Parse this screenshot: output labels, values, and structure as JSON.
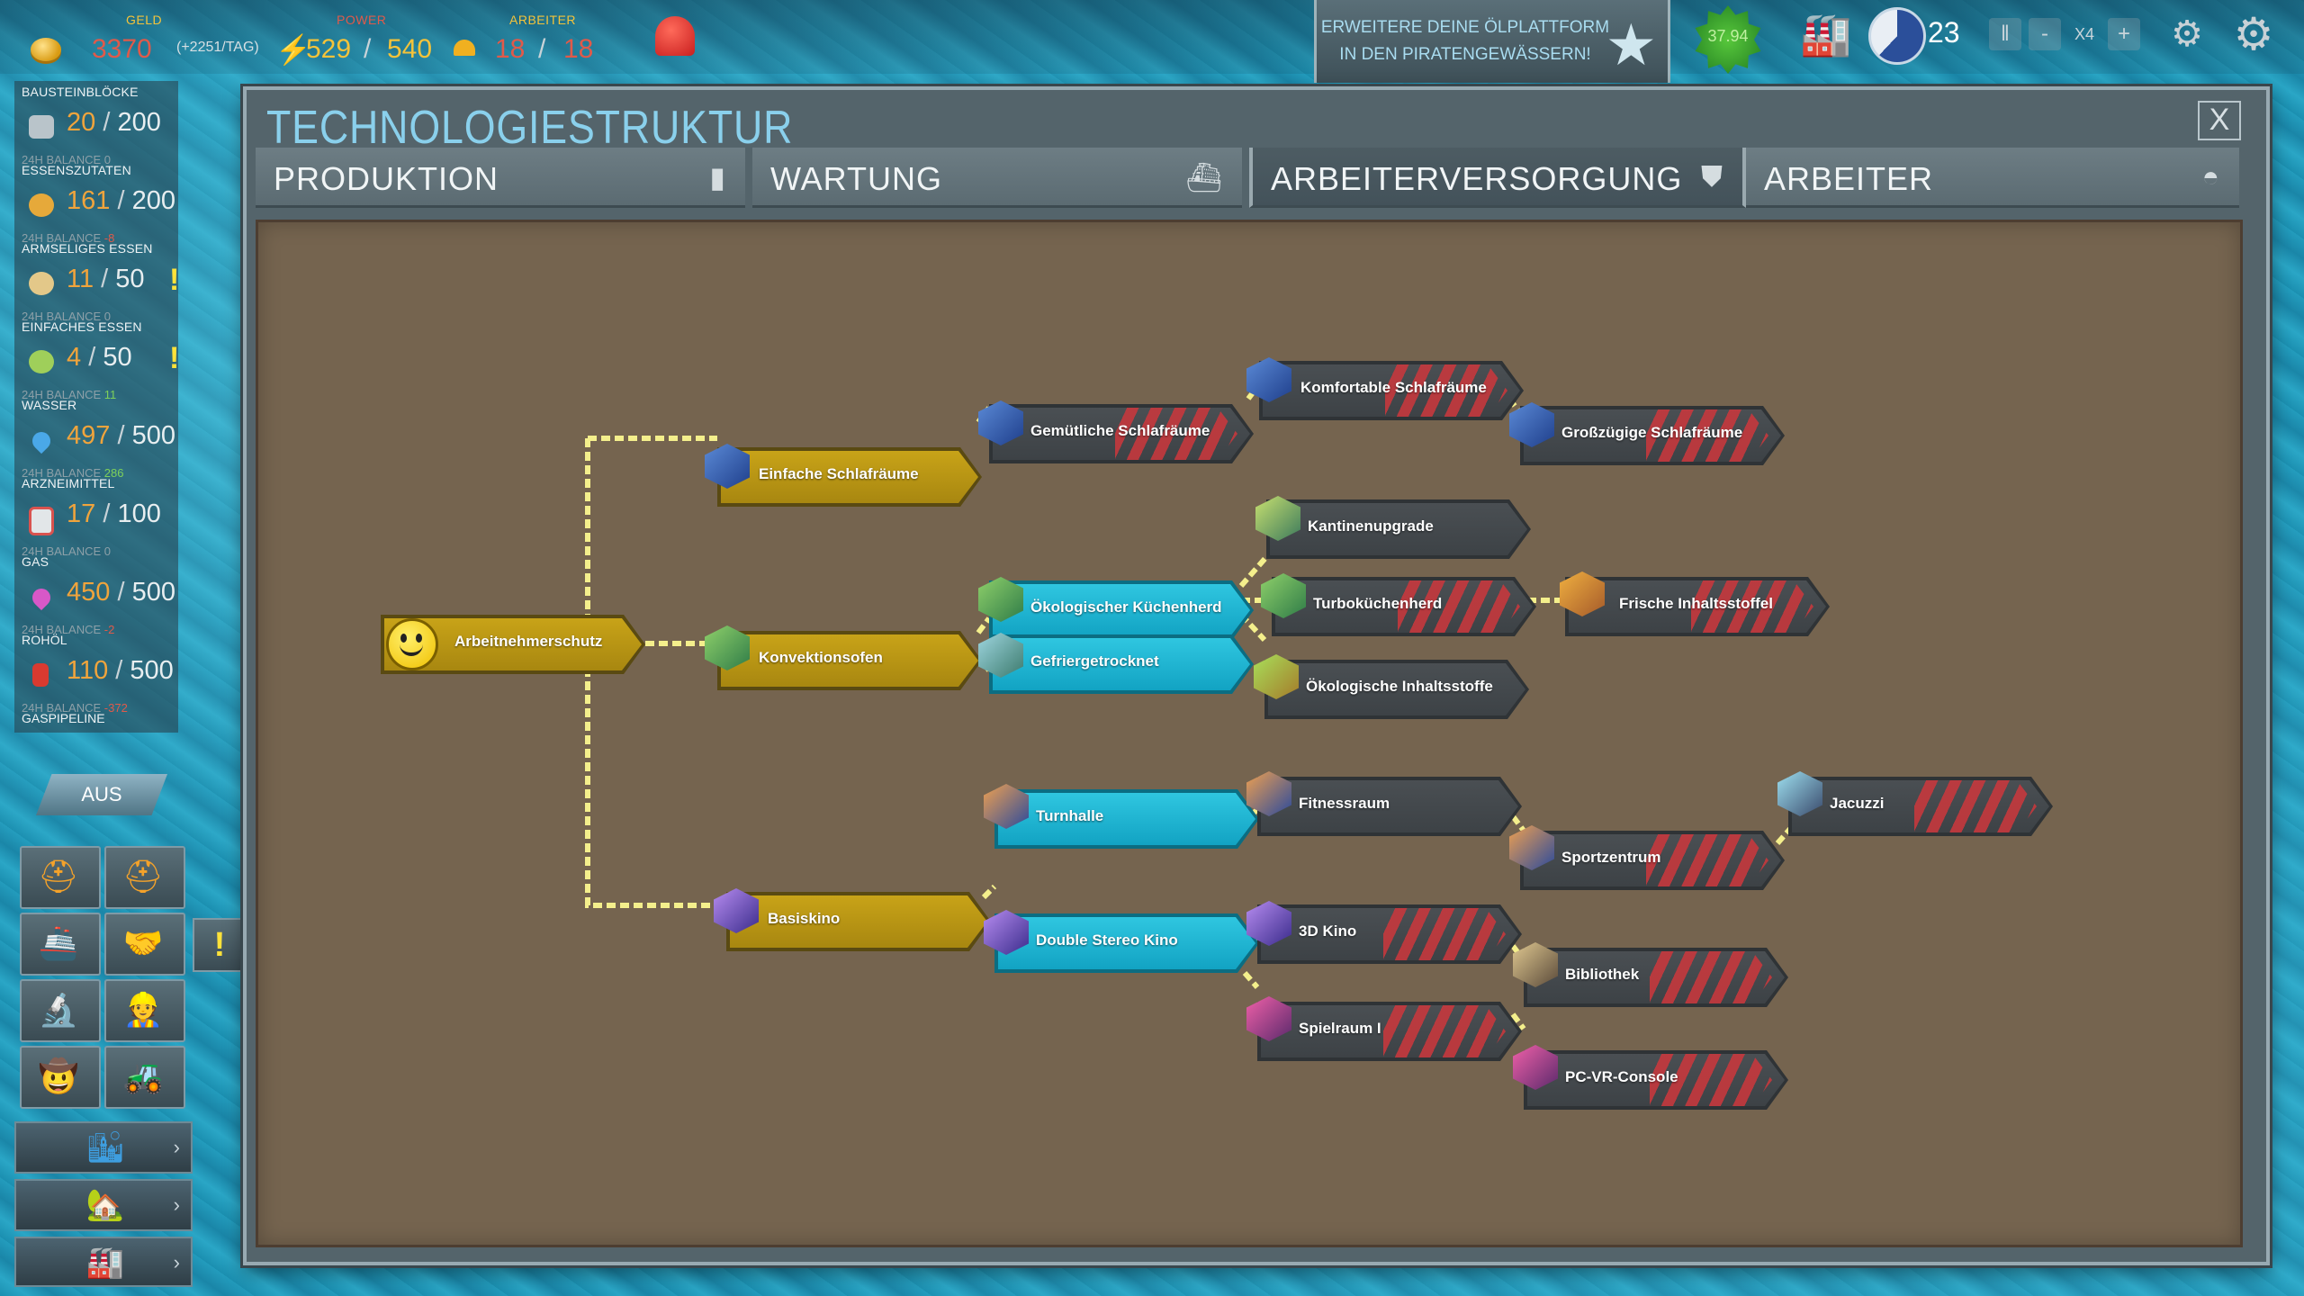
{
  "topbar": {
    "geld_label": "GELD",
    "geld_value": "3370",
    "per_day": "(+2251/TAG)",
    "power_label": "POWER",
    "power_current": "529",
    "power_sep": "/",
    "power_max": "540",
    "arbeiter_label": "ARBEITER",
    "arbeiter_current": "18",
    "arbeiter_sep": "/",
    "arbeiter_max": "18",
    "mission_text": "ERWEITERE DEINE ÖLPLATTFORM IN DEN PIRATENGEWÄSSERN!",
    "score_badge": "37.94",
    "day_counter": "23",
    "speed": "X4",
    "pause_icon": "pause-icon",
    "minus": "-",
    "plus": "+"
  },
  "resources": [
    {
      "label": "BAUSTEINBLÖCKE",
      "current": "20",
      "max": "200",
      "balance_label": "24H BALANCE",
      "balance": "0",
      "icon": "block-icon",
      "icon_color": "#b9c4ca",
      "warn": false
    },
    {
      "label": "ESSENSZUTATEN",
      "current": "161",
      "max": "200",
      "balance_label": "24H BALANCE",
      "balance": "-8",
      "icon": "ingredients-icon",
      "icon_color": "#e6a93a",
      "warn": false
    },
    {
      "label": "ARMSELIGES ESSEN",
      "current": "11",
      "max": "50",
      "balance_label": "24H BALANCE",
      "balance": "0",
      "icon": "poor-food-icon",
      "icon_color": "#e3c889",
      "warn": true
    },
    {
      "label": "EINFACHES ESSEN",
      "current": "4",
      "max": "50",
      "balance_label": "24H BALANCE",
      "balance": "11",
      "icon": "simple-food-icon",
      "icon_color": "#9fcf5a",
      "warn": true
    },
    {
      "label": "WASSER",
      "current": "497",
      "max": "500",
      "balance_label": "24H BALANCE",
      "balance": "286",
      "icon": "water-icon",
      "icon_color": "#4aa8e8",
      "warn": false
    },
    {
      "label": "ARZNEIMITTEL",
      "current": "17",
      "max": "100",
      "balance_label": "24H BALANCE",
      "balance": "0",
      "icon": "medicine-icon",
      "icon_color": "#e2e6e8",
      "warn": false
    },
    {
      "label": "GAS",
      "current": "450",
      "max": "500",
      "balance_label": "24H BALANCE",
      "balance": "-2",
      "icon": "gas-icon",
      "icon_color": "#d858c8",
      "warn": false
    },
    {
      "label": "ROHÖL",
      "current": "110",
      "max": "500",
      "balance_label": "24H BALANCE",
      "balance": "-372",
      "icon": "oil-icon",
      "icon_color": "#d93a30",
      "warn": false
    }
  ],
  "gaspipeline_label": "GASPIPELINE",
  "aus_button": "AUS",
  "alert_mark": "!",
  "window": {
    "title": "TECHNOLOGIESTRUKTUR",
    "close": "X",
    "tabs": [
      {
        "label": "PRODUKTION",
        "icon": "oil-barrel-icon"
      },
      {
        "label": "WARTUNG",
        "icon": "ship-icon"
      },
      {
        "label": "ARBEITERVERSORGUNG",
        "icon": "shield-icon"
      },
      {
        "label": "ARBEITER",
        "icon": "helmet-icon"
      }
    ],
    "active_tab": "ARBEITERVERSORGUNG"
  },
  "tech_nodes": [
    {
      "id": "arbeitnehmerschutz",
      "label": "Arbeitnehmerschutz",
      "state": "researched"
    },
    {
      "id": "einfache-schlafraeume",
      "label": "Einfache Schlafräume",
      "state": "researched"
    },
    {
      "id": "konvektionsofen",
      "label": "Konvektionsofen",
      "state": "researched"
    },
    {
      "id": "basiskino",
      "label": "Basiskino",
      "state": "researched"
    },
    {
      "id": "gemuetliche-schlafraeume",
      "label": "Gemütliche Schlafräume",
      "state": "locked"
    },
    {
      "id": "komfortable-schlafraeume",
      "label": "Komfortable Schlafräume",
      "state": "locked"
    },
    {
      "id": "grosszuegige-schlafraeume",
      "label": "Großzügige Schlafräume",
      "state": "locked"
    },
    {
      "id": "kantinenupgrade",
      "label": "Kantinenupgrade",
      "state": "unavailable"
    },
    {
      "id": "oekologischer-kuechenherd",
      "label": "Ökologischer Küchenherd",
      "state": "available"
    },
    {
      "id": "turbokuechenherd",
      "label": "Turboküchenherd",
      "state": "locked"
    },
    {
      "id": "frische-inhaltsstoffe",
      "label": "Frische Inhaltsstoffel",
      "state": "locked"
    },
    {
      "id": "oekologische-inhaltsstoffe",
      "label": "Ökologische Inhaltsstoffe",
      "state": "unavailable"
    },
    {
      "id": "gefriergetrocknet",
      "label": "Gefriergetrocknet",
      "state": "available"
    },
    {
      "id": "fitnessraum",
      "label": "Fitnessraum",
      "state": "unavailable"
    },
    {
      "id": "turnhalle",
      "label": "Turnhalle",
      "state": "available"
    },
    {
      "id": "sportzentrum",
      "label": "Sportzentrum",
      "state": "locked"
    },
    {
      "id": "jacuzzi",
      "label": "Jacuzzi",
      "state": "locked"
    },
    {
      "id": "3d-kino",
      "label": "3D Kino",
      "state": "locked"
    },
    {
      "id": "double-stereo-kino",
      "label": "Double Stereo Kino",
      "state": "available"
    },
    {
      "id": "bibliothek",
      "label": "Bibliothek",
      "state": "locked"
    },
    {
      "id": "spielraum-1",
      "label": "Spielraum I",
      "state": "locked"
    },
    {
      "id": "pc-vr-console",
      "label": "PC-VR-Console",
      "state": "locked"
    }
  ],
  "colors": {
    "researched": "#c8a318",
    "available": "#2fc6e0",
    "locked_stripe": "#cd373c",
    "link_dashed": "#f4ef8c",
    "tree_bg": "#75644f"
  }
}
